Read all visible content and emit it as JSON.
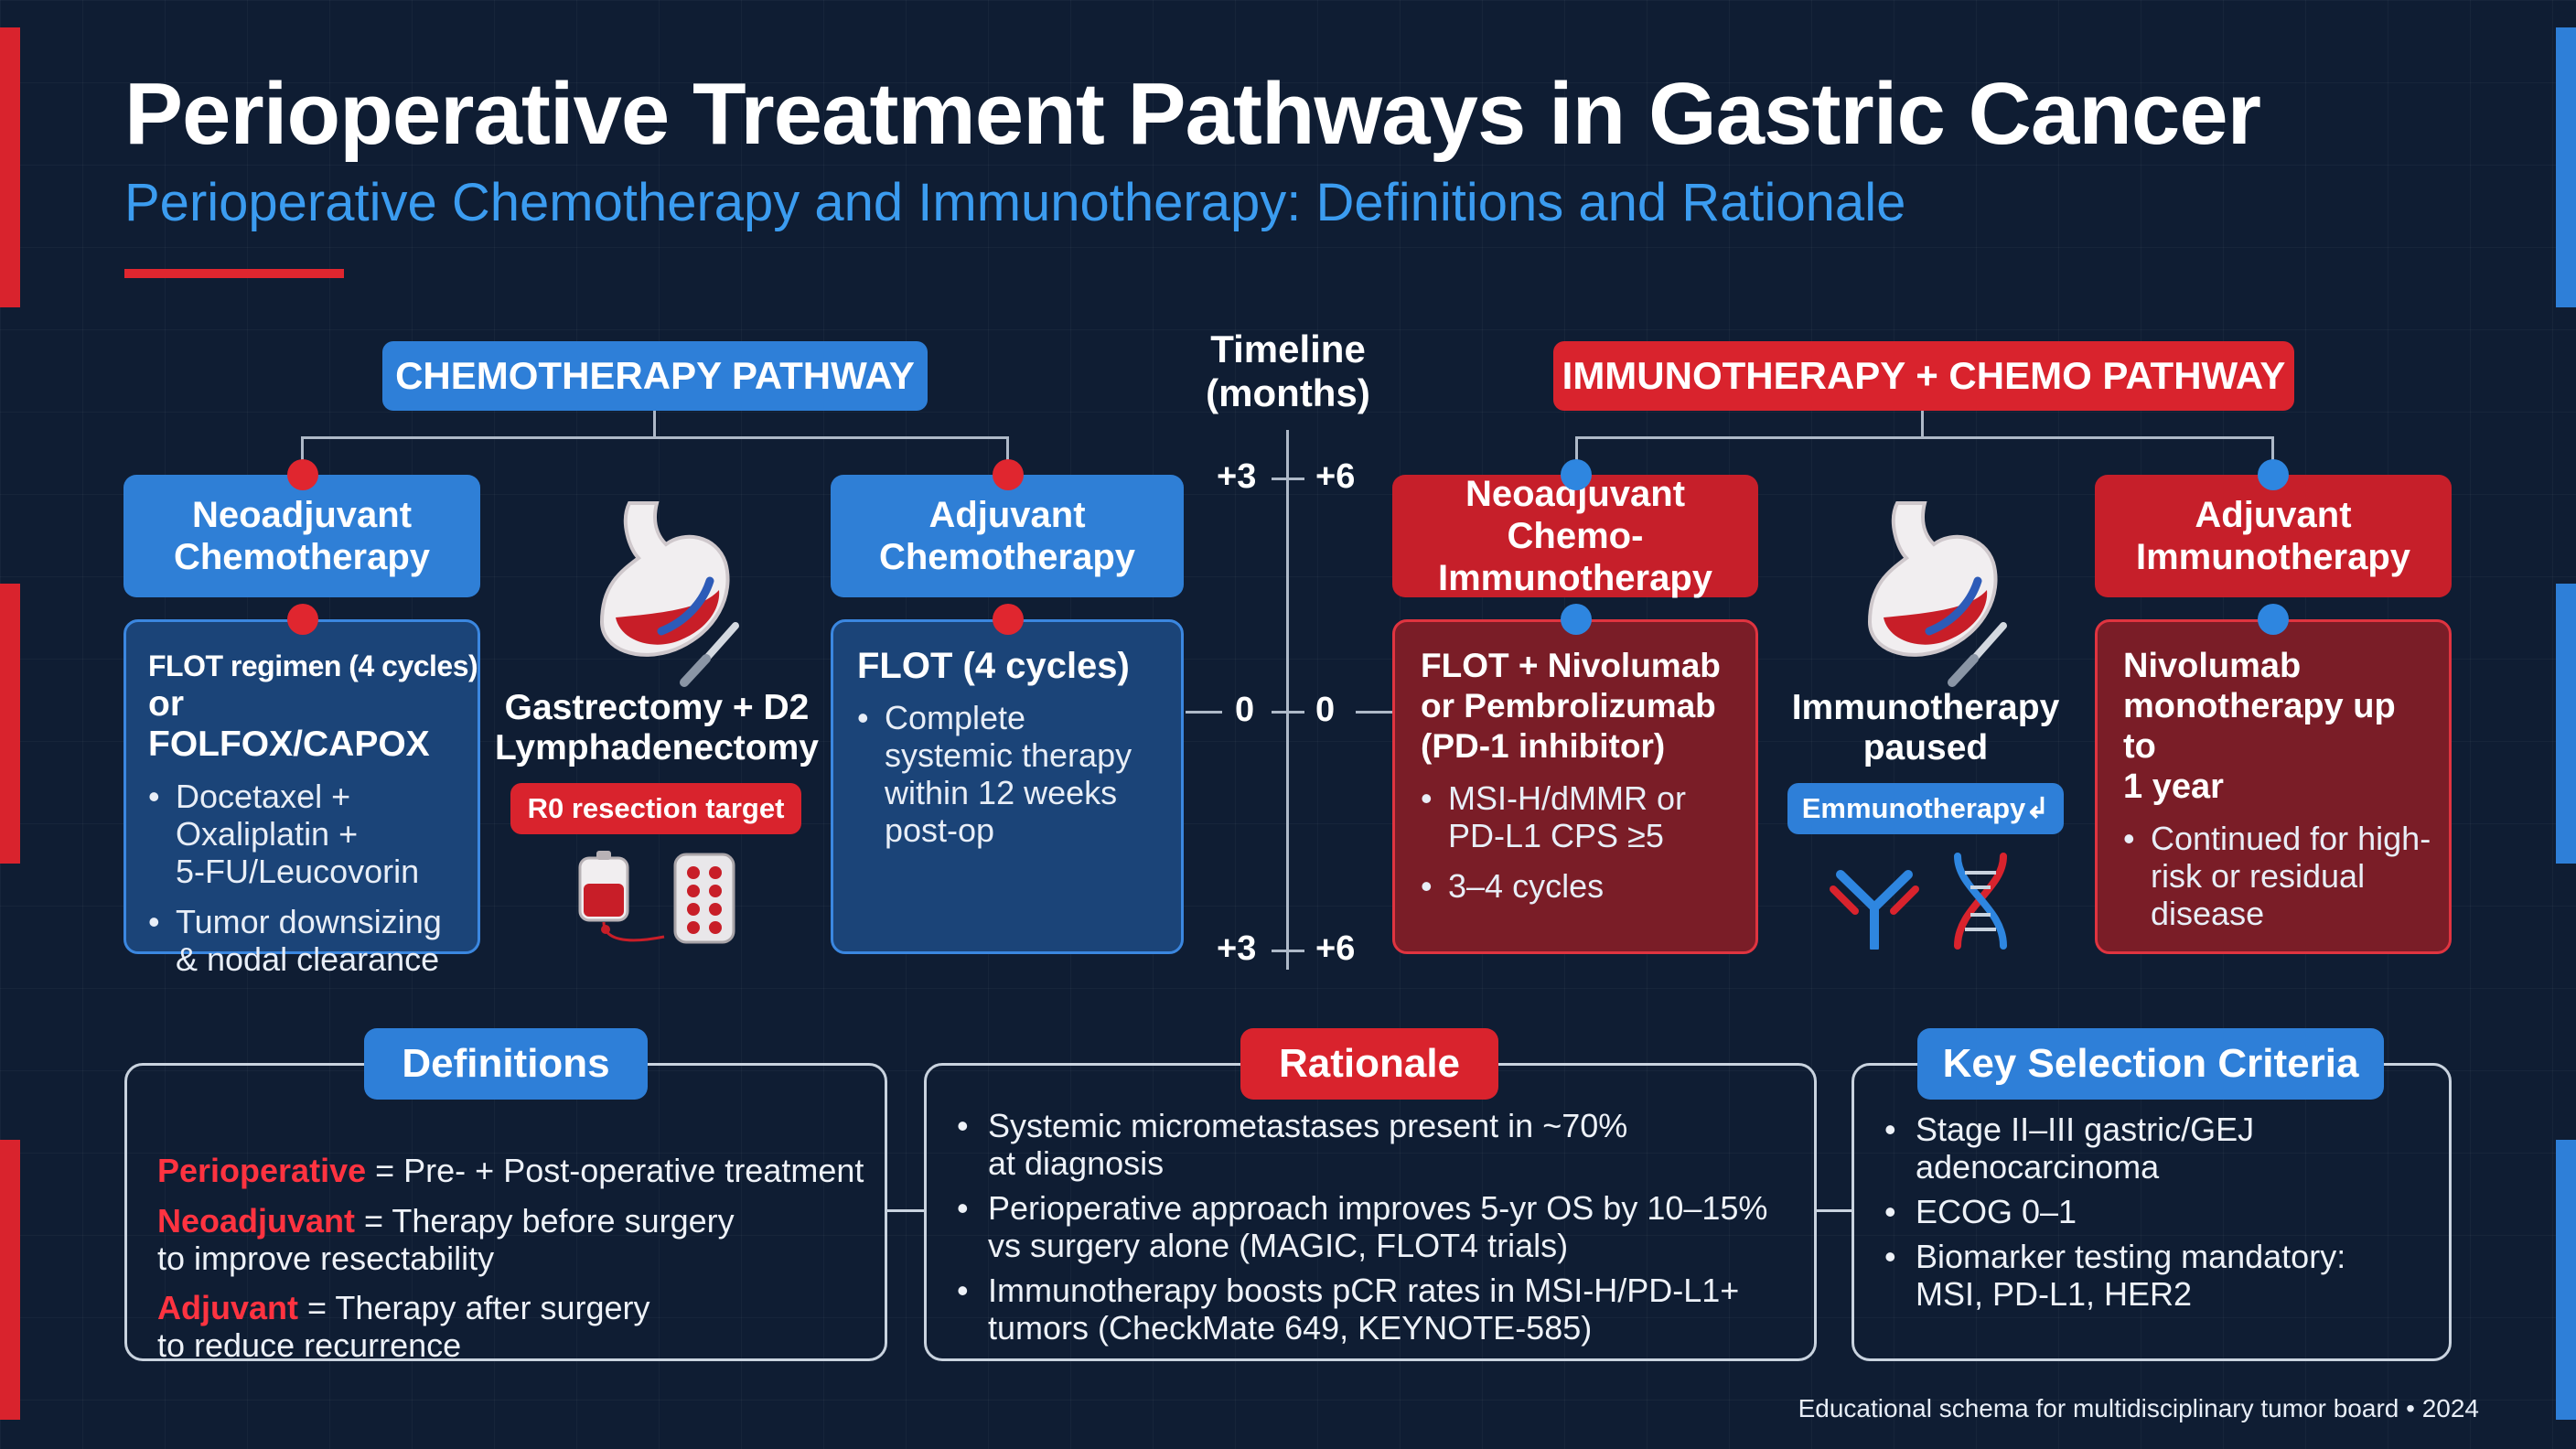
{
  "title": "Perioperative Treatment Pathways in Gastric Cancer",
  "subtitle": "Perioperative Chemotherapy and Immunotherapy: Definitions and Rationale",
  "colors": {
    "background": "#0f1d33",
    "blue": "#2e7fd8",
    "red": "#d9232d",
    "subtitle": "#3b9cf0"
  },
  "chemo_pathway": {
    "label": "CHEMOTHERAPY PATHWAY",
    "neoadjuvant": {
      "header": "Neoadjuvant\nChemotherapy",
      "lead_small": "FLOT regimen (4 cycles)",
      "lead": "or FOLFOX/CAPOX",
      "bullets": [
        "Docetaxel +\nOxaliplatin +\n5-FU/Leucovorin",
        "Tumor downsizing\n& nodal clearance"
      ]
    },
    "surgery": {
      "label": "Gastrectomy + D2\nLymphadenectomy",
      "badge": "R0 resection target",
      "icons": [
        "stomach-icon",
        "scalpel-icon",
        "iv-bag-icon",
        "pill-pack-icon"
      ]
    },
    "adjuvant": {
      "header": "Adjuvant\nChemotherapy",
      "lead": "FLOT (4 cycles)",
      "bullets": [
        "Complete\nsystemic therapy\nwithin 12 weeks\npost-op"
      ]
    }
  },
  "timeline": {
    "title": "Timeline\n(months)",
    "rows": [
      {
        "left": "+3",
        "right": "+6"
      },
      {
        "left": "0",
        "right": "0"
      },
      {
        "left": "+3",
        "right": "+6"
      }
    ]
  },
  "immuno_pathway": {
    "label": "IMMUNOTHERAPY + CHEMO PATHWAY",
    "neoadjuvant": {
      "header": "Neoadjuvant Chemo-\nImmunotherapy",
      "lead": "FLOT + Nivolumab\nor Pembrolizumab\n(PD-1 inhibitor)",
      "bullets": [
        "MSI-H/dMMR or\nPD-L1 CPS ≥5",
        "3–4 cycles"
      ]
    },
    "surgery": {
      "label": "Immunotherapy\npaused",
      "badge": "Emmunotherapy↲",
      "icons": [
        "stomach-icon",
        "scalpel-icon",
        "antibody-icon",
        "dna-icon"
      ]
    },
    "adjuvant": {
      "header": "Adjuvant\nImmunotherapy",
      "lead": "Nivolumab\nmonotherapy up to\n1 year",
      "bullets": [
        "Continued for high-\nrisk or residual\ndisease"
      ]
    }
  },
  "definitions": {
    "title": "Definitions",
    "items": [
      {
        "term": "Perioperative",
        "text": " = Pre- + Post-operative treatment"
      },
      {
        "term": "Neoadjuvant",
        "text": " = Therapy before surgery\nto improve resectability"
      },
      {
        "term": "Adjuvant",
        "text": " = Therapy after surgery\nto reduce recurrence"
      }
    ]
  },
  "rationale": {
    "title": "Rationale",
    "items": [
      "Systemic micrometastases present in ~70%\nat diagnosis",
      "Perioperative approach improves 5-yr OS by 10–15%\nvs surgery alone (MAGIC, FLOT4 trials)",
      "Immunotherapy boosts pCR rates in MSI-H/PD-L1+\ntumors (CheckMate 649, KEYNOTE-585)"
    ]
  },
  "criteria": {
    "title": "Key Selection Criteria",
    "items": [
      "Stage II–III gastric/GEJ\nadenocarcinoma",
      "ECOG 0–1",
      "Biomarker testing mandatory:\nMSI, PD-L1, HER2"
    ]
  },
  "footer": "Educational schema for multidisciplinary tumor board • 2024"
}
